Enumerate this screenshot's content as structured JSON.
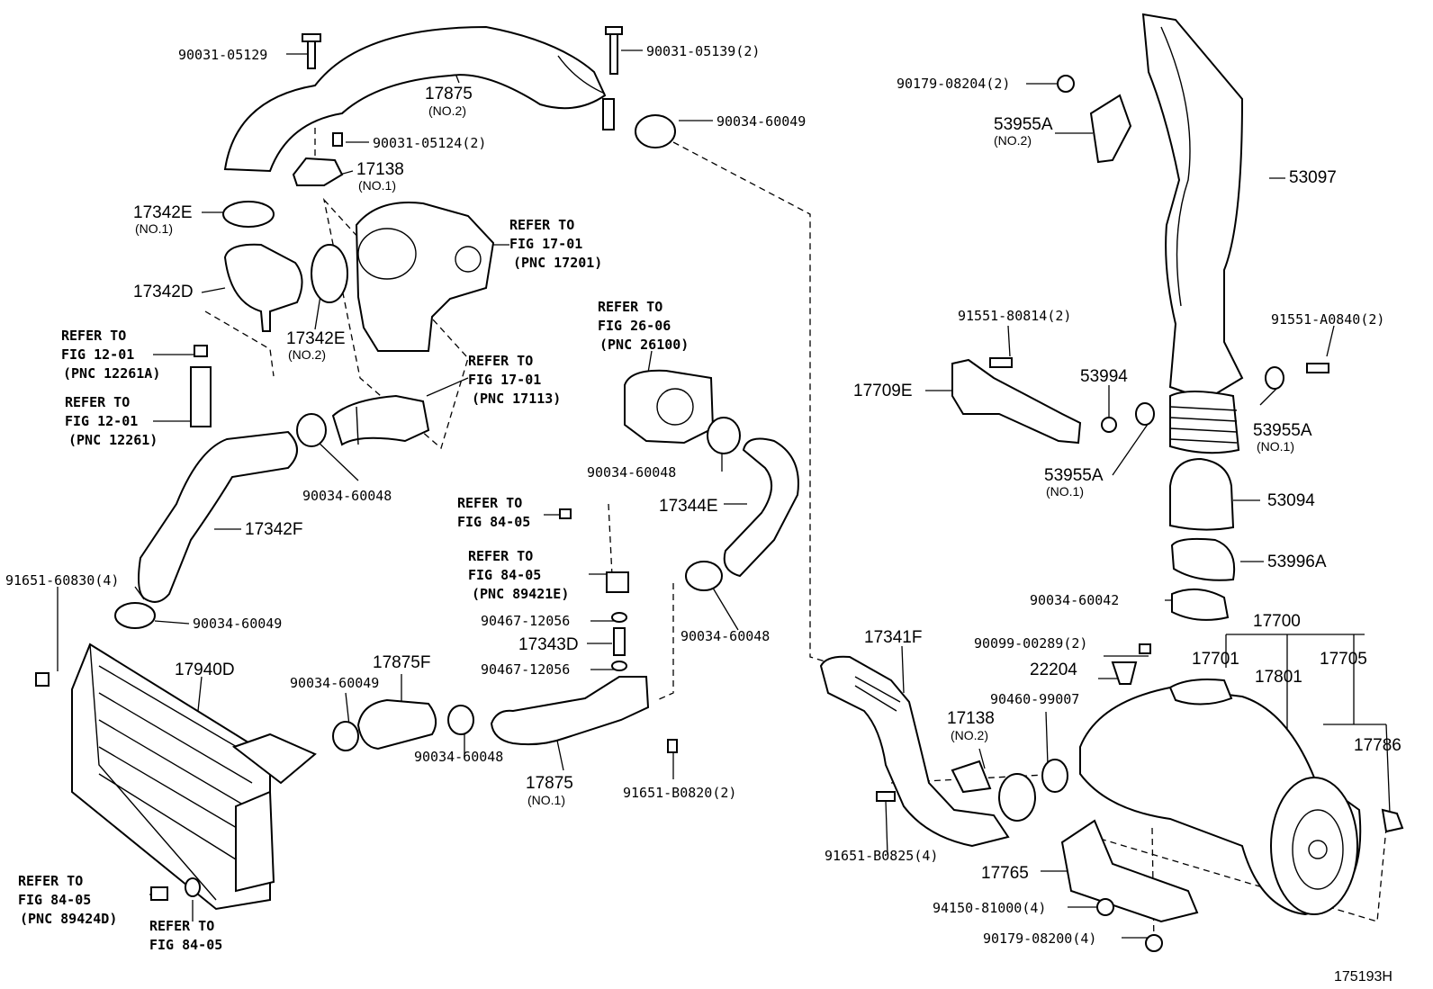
{
  "figure_id": "175193H",
  "labels": [
    {
      "key": "l1",
      "text": "90031-05129"
    },
    {
      "key": "l2",
      "text": "90031-05139(2)"
    },
    {
      "key": "l3",
      "text": "17875"
    },
    {
      "key": "l3s",
      "text": "(NO.2)"
    },
    {
      "key": "l4",
      "text": "90034-60049"
    },
    {
      "key": "l5",
      "text": "90031-05124(2)"
    },
    {
      "key": "l6",
      "text": "17138"
    },
    {
      "key": "l6s",
      "text": "(NO.1)"
    },
    {
      "key": "l7",
      "text": "17342E"
    },
    {
      "key": "l7s",
      "text": "(NO.1)"
    },
    {
      "key": "l8",
      "text": "17342D"
    },
    {
      "key": "l9",
      "text": "17342E"
    },
    {
      "key": "l9s",
      "text": "(NO.2)"
    },
    {
      "key": "l10",
      "text": "90179-08204(2)"
    },
    {
      "key": "l11",
      "text": "53955A"
    },
    {
      "key": "l11s",
      "text": "(NO.2)"
    },
    {
      "key": "l12",
      "text": "53097"
    },
    {
      "key": "l13",
      "text": "91551-80814(2)"
    },
    {
      "key": "l14",
      "text": "91551-A0840(2)"
    },
    {
      "key": "l15",
      "text": "17709E"
    },
    {
      "key": "l16",
      "text": "53994"
    },
    {
      "key": "l17",
      "text": "53955A"
    },
    {
      "key": "l17s",
      "text": "(NO.1)"
    },
    {
      "key": "l18",
      "text": "53955A"
    },
    {
      "key": "l18s",
      "text": "(NO.1)"
    },
    {
      "key": "l19",
      "text": "53094"
    },
    {
      "key": "l20",
      "text": "53996A"
    },
    {
      "key": "l21",
      "text": "90034-60042"
    },
    {
      "key": "l22",
      "text": "17700"
    },
    {
      "key": "l23",
      "text": "90099-00289(2)"
    },
    {
      "key": "l24",
      "text": "22204"
    },
    {
      "key": "l25",
      "text": "17701"
    },
    {
      "key": "l26",
      "text": "17801"
    },
    {
      "key": "l27",
      "text": "17705"
    },
    {
      "key": "l28",
      "text": "90460-99007"
    },
    {
      "key": "l29",
      "text": "17786"
    },
    {
      "key": "l30",
      "text": "17341F"
    },
    {
      "key": "l31",
      "text": "17138"
    },
    {
      "key": "l31s",
      "text": "(NO.2)"
    },
    {
      "key": "l32",
      "text": "91651-B0825(4)"
    },
    {
      "key": "l33",
      "text": "17765"
    },
    {
      "key": "l34",
      "text": "94150-81000(4)"
    },
    {
      "key": "l35",
      "text": "90179-08200(4)"
    },
    {
      "key": "l36",
      "text": "90034-60048"
    },
    {
      "key": "l37",
      "text": "17344E"
    },
    {
      "key": "l38",
      "text": "90034-60048"
    },
    {
      "key": "l39",
      "text": "90034-60048"
    },
    {
      "key": "l40",
      "text": "17342F"
    },
    {
      "key": "l41",
      "text": "91651-60830(4)"
    },
    {
      "key": "l42",
      "text": "90034-60049"
    },
    {
      "key": "l43",
      "text": "17940D"
    },
    {
      "key": "l44",
      "text": "90034-60049"
    },
    {
      "key": "l45",
      "text": "17875F"
    },
    {
      "key": "l46",
      "text": "90034-60048"
    },
    {
      "key": "l47",
      "text": "17875"
    },
    {
      "key": "l47s",
      "text": "(NO.1)"
    },
    {
      "key": "l48",
      "text": "91651-B0820(2)"
    },
    {
      "key": "l49",
      "text": "90467-12056"
    },
    {
      "key": "l50",
      "text": "17343D"
    },
    {
      "key": "l51",
      "text": "90467-12056"
    }
  ],
  "refs": [
    {
      "key": "r1",
      "lines": [
        "REFER TO",
        "FIG 17-01",
        "(PNC 17201)"
      ]
    },
    {
      "key": "r2",
      "lines": [
        "REFER TO",
        "FIG 12-01",
        "(PNC 12261A)"
      ]
    },
    {
      "key": "r3",
      "lines": [
        "REFER TO",
        "FIG 12-01",
        "(PNC 12261)"
      ]
    },
    {
      "key": "r4",
      "lines": [
        "REFER TO",
        "FIG 17-01",
        "(PNC 17113)"
      ]
    },
    {
      "key": "r5",
      "lines": [
        "REFER TO",
        "FIG 26-06",
        "(PNC 26100)"
      ]
    },
    {
      "key": "r6",
      "lines": [
        "REFER TO",
        "FIG 84-05"
      ]
    },
    {
      "key": "r7",
      "lines": [
        "REFER TO",
        "FIG 84-05",
        "(PNC 89421E)"
      ]
    },
    {
      "key": "r8",
      "lines": [
        "REFER TO",
        "FIG 84-05",
        "(PNC 89424D)"
      ]
    },
    {
      "key": "r9",
      "lines": [
        "REFER TO",
        "FIG 84-05"
      ]
    }
  ]
}
